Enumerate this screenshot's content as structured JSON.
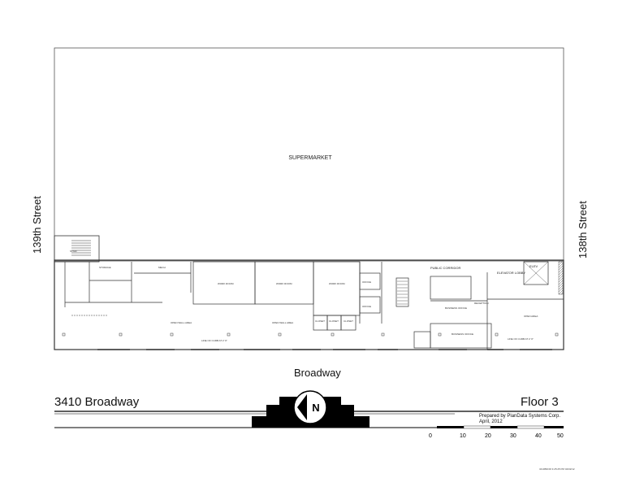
{
  "plan": {
    "anchor_tenant": "SUPERMARKET",
    "street_west": "139th Street",
    "street_east": "138th Street",
    "street_south": "Broadway",
    "rooms": {
      "stair": "STAIR",
      "elevator_lobby": "ELEVATOR LOBBY",
      "elev": "ELEV",
      "public_corridor": "PUBLIC CORRIDOR",
      "work_room_1": "WORK ROOM",
      "work_room_2": "WORK ROOM",
      "work_room_3": "WORK ROOM",
      "open_wall_1": "OPEN WALL AREA",
      "open_wall_2": "OPEN WALL AREA",
      "closet_1": "CLOSET",
      "closet_2": "CLOSET",
      "closet_3": "CLOSET",
      "office_1": "OFFICE",
      "office_2": "OFFICE",
      "business_office": "BUSINESS OFFICE",
      "business_office_2": "BUSINESS OFFICE",
      "reception": "RECEPTION",
      "open_area": "OPEN AREA",
      "mech": "MECH",
      "storage": "STORAGE",
      "line_of_curb": "LINE OF CURB AT 2' 0\""
    }
  },
  "footer": {
    "address": "3410 Broadway",
    "floor": "Floor 3",
    "prepared_by": "Prepared by PlanData Systems Corp.",
    "date": "April, 2012",
    "north_letter": "N",
    "scale_ticks": [
      "0",
      "10",
      "20",
      "30",
      "40",
      "50"
    ],
    "file_stamp": "3410B3OR   3:25:25 PM   04/02/12"
  }
}
